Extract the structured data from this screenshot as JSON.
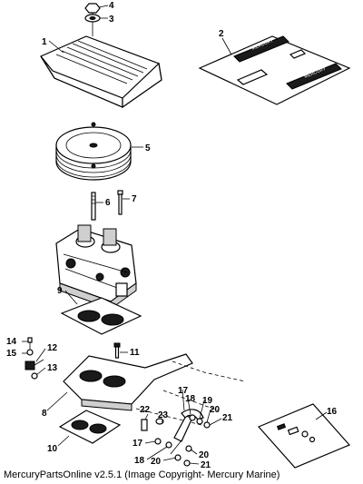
{
  "callouts": {
    "c1": "1",
    "c2": "2",
    "c3": "3",
    "c4": "4",
    "c5": "5",
    "c6": "6",
    "c7": "7",
    "c8": "8",
    "c9": "9",
    "c10": "10",
    "c11": "11",
    "c12": "12",
    "c13": "13",
    "c14": "14",
    "c15": "15",
    "c16": "16",
    "c17a": "17",
    "c18a": "18",
    "c19": "19",
    "c20a": "20",
    "c21a": "21",
    "c22": "22",
    "c23": "23",
    "c17b": "17",
    "c18b": "18",
    "c20b": "20",
    "c20c": "20",
    "c21b": "21"
  },
  "decal": {
    "brand_text": "MERCURY"
  },
  "caption": "MercuryPartsOnline v2.5.1 (Image Copyright- Mercury Marine)"
}
